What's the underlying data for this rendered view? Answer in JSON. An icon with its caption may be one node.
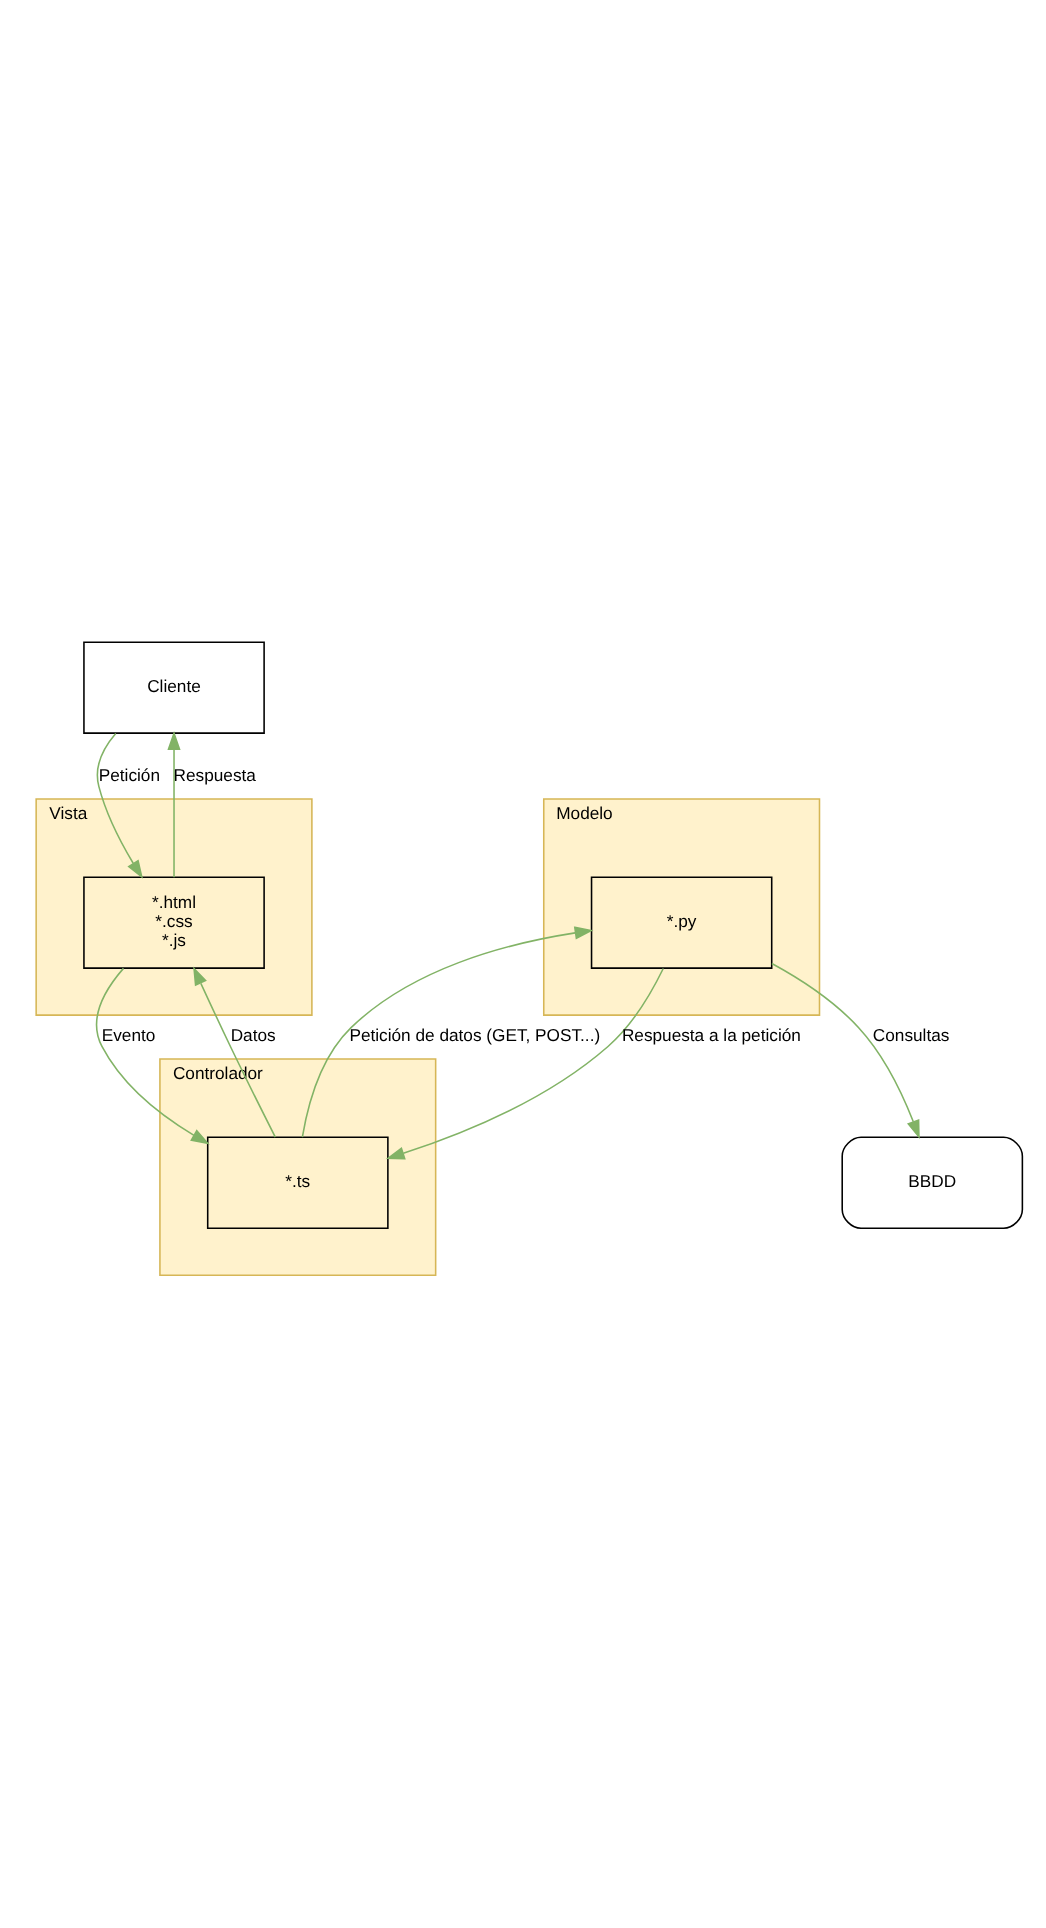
{
  "diagram": {
    "nodes": [
      {
        "text": [
          "Cliente"
        ]
      },
      {
        "text": [
          "Vista"
        ]
      },
      {
        "text": [
          "*.html",
          "*.css",
          "*.js"
        ],
        "in": 1
      },
      {
        "text": [
          "Controlador"
        ]
      },
      {
        "text": [
          "*.ts"
        ],
        "in": 3
      },
      {
        "text": [
          "Modelo"
        ]
      },
      {
        "text": [
          "*.py"
        ],
        "in": 5
      },
      {
        "text": [
          "BBDD"
        ]
      }
    ],
    "edges": [
      {
        "from": 0,
        "to": 2,
        "arrow": "to",
        "label": "Petición"
      },
      {
        "from": 2,
        "to": 0,
        "arrow": "to",
        "label": "Respuesta"
      },
      {
        "from": 2,
        "to": 4,
        "arrow": "to",
        "label": "Evento"
      },
      {
        "from": 4,
        "to": 2,
        "arrow": "to",
        "label": "Datos"
      },
      {
        "from": 4,
        "to": 6,
        "arrow": "to",
        "label": "Petición de datos (GET, POST...)"
      },
      {
        "from": 6,
        "to": 4,
        "arrow": "to",
        "label": "Respuesta a la petición"
      },
      {
        "from": 6,
        "to": 7,
        "arrow": "to",
        "label": "Consultas"
      }
    ]
  }
}
